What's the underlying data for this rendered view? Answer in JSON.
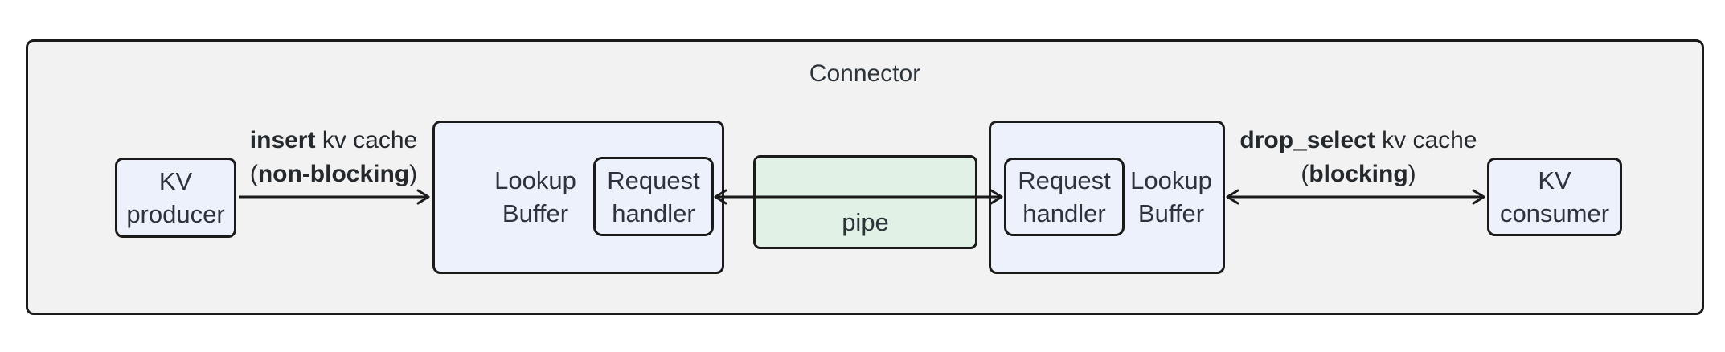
{
  "diagram": {
    "title": "Connector",
    "nodes": {
      "kv_producer": {
        "line1": "KV",
        "line2": "producer"
      },
      "lookup_buffer_left": {
        "line1": "Lookup",
        "line2": "Buffer"
      },
      "request_handler_left": {
        "line1": "Request",
        "line2": "handler"
      },
      "pipe": {
        "label": "pipe"
      },
      "request_handler_right": {
        "line1": "Request",
        "line2": "handler"
      },
      "lookup_buffer_right": {
        "line1": "Lookup",
        "line2": "Buffer"
      },
      "kv_consumer": {
        "line1": "KV",
        "line2": "consumer"
      }
    },
    "edges": {
      "insert": {
        "verb": "insert",
        "rest": " kv cache",
        "paren_open": "(",
        "mode": "non-blocking",
        "paren_close": ")",
        "direction": "right"
      },
      "pipe_link": {
        "direction": "both"
      },
      "drop_select": {
        "verb": "drop_select",
        "rest": " kv cache",
        "paren_open": "(",
        "mode": "blocking",
        "paren_close": ")",
        "direction": "both"
      }
    },
    "colors": {
      "container_fill": "#f2f2f2",
      "node_fill": "#edf1fb",
      "pipe_fill": "#e2f1e6",
      "border": "#1a1a1a",
      "text": "#2d333a"
    }
  }
}
